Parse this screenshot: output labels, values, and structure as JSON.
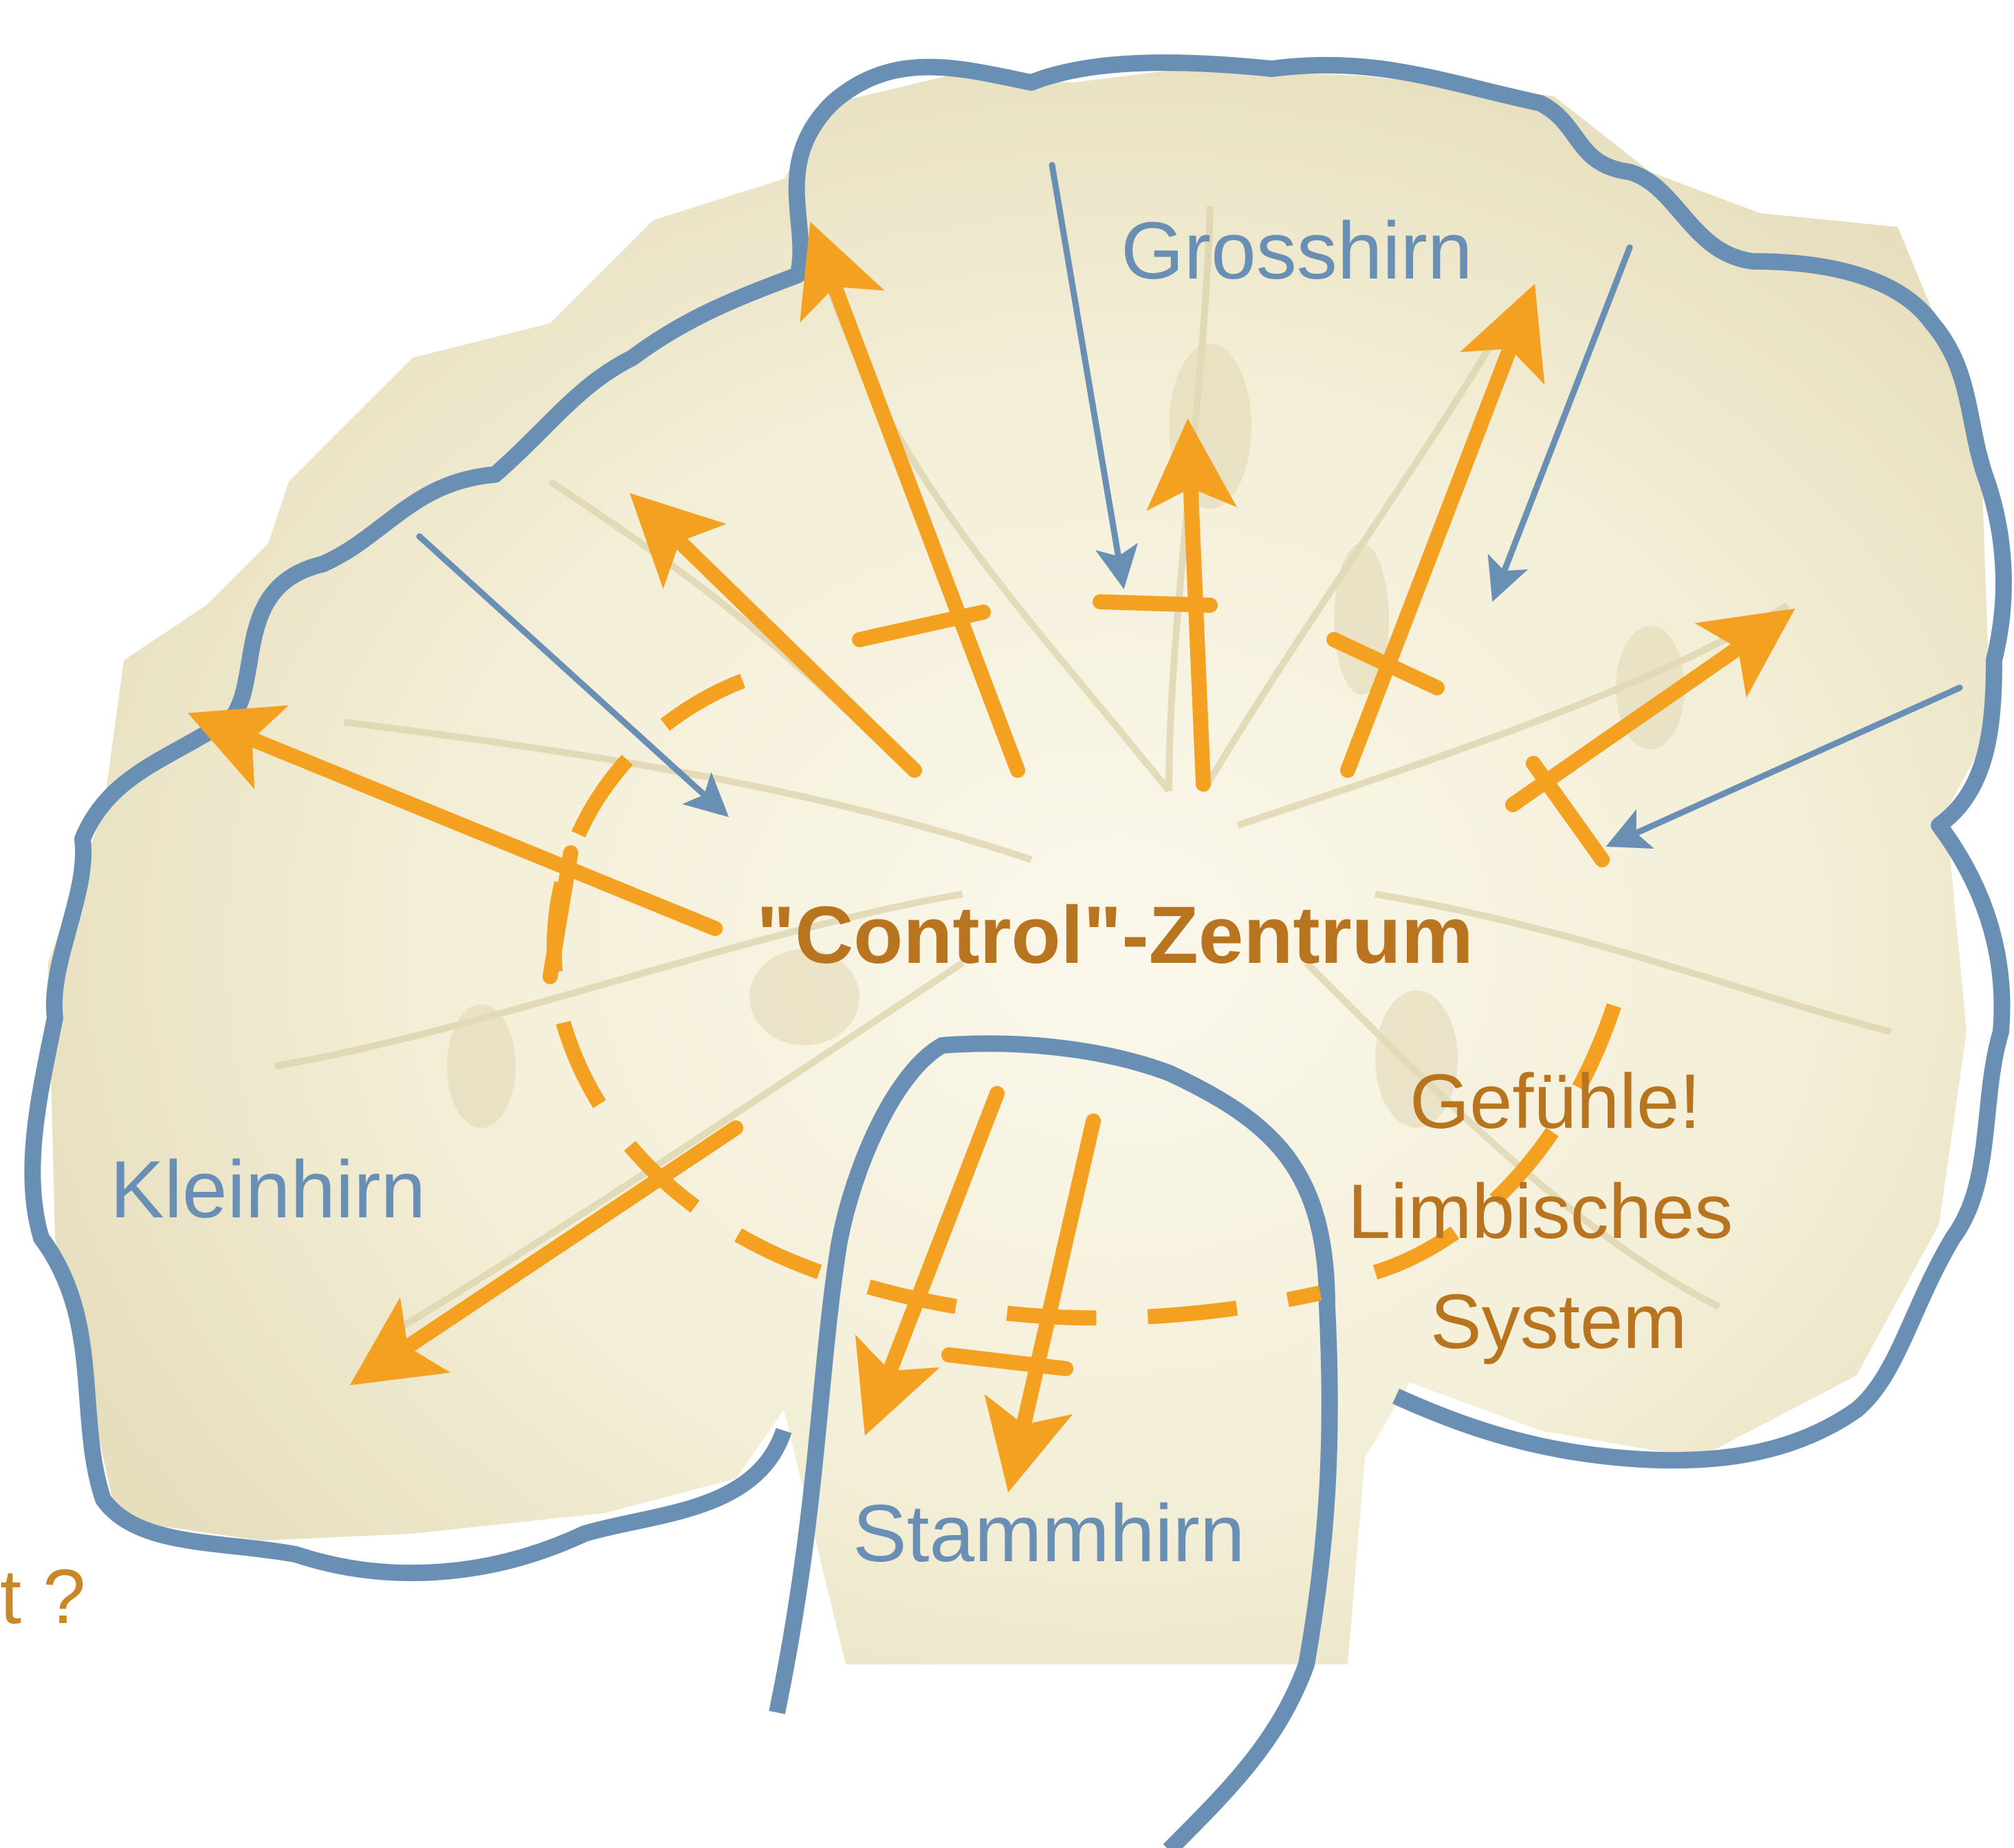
{
  "labels": {
    "grosshirn": "Grosshirn",
    "control_center": "\"Control\"-Zentrum",
    "kleinhirn": "Kleinhirn",
    "gefuehle": "Gefühle!",
    "limbisches": "Limbisches",
    "system": "System",
    "stammhirn": "Stammhirn",
    "cut_off_text": "t ?"
  },
  "colors": {
    "outline_blue": "#6A8FB5",
    "arrow_orange": "#F4A020",
    "text_orange": "#B8741E",
    "text_blue": "#6A8FB5",
    "cauliflower_fill": "#F5F1DC",
    "cauliflower_shade": "#E9E3C4"
  },
  "image": {
    "subject": "cauliflower cross-section used as brain metaphor"
  }
}
